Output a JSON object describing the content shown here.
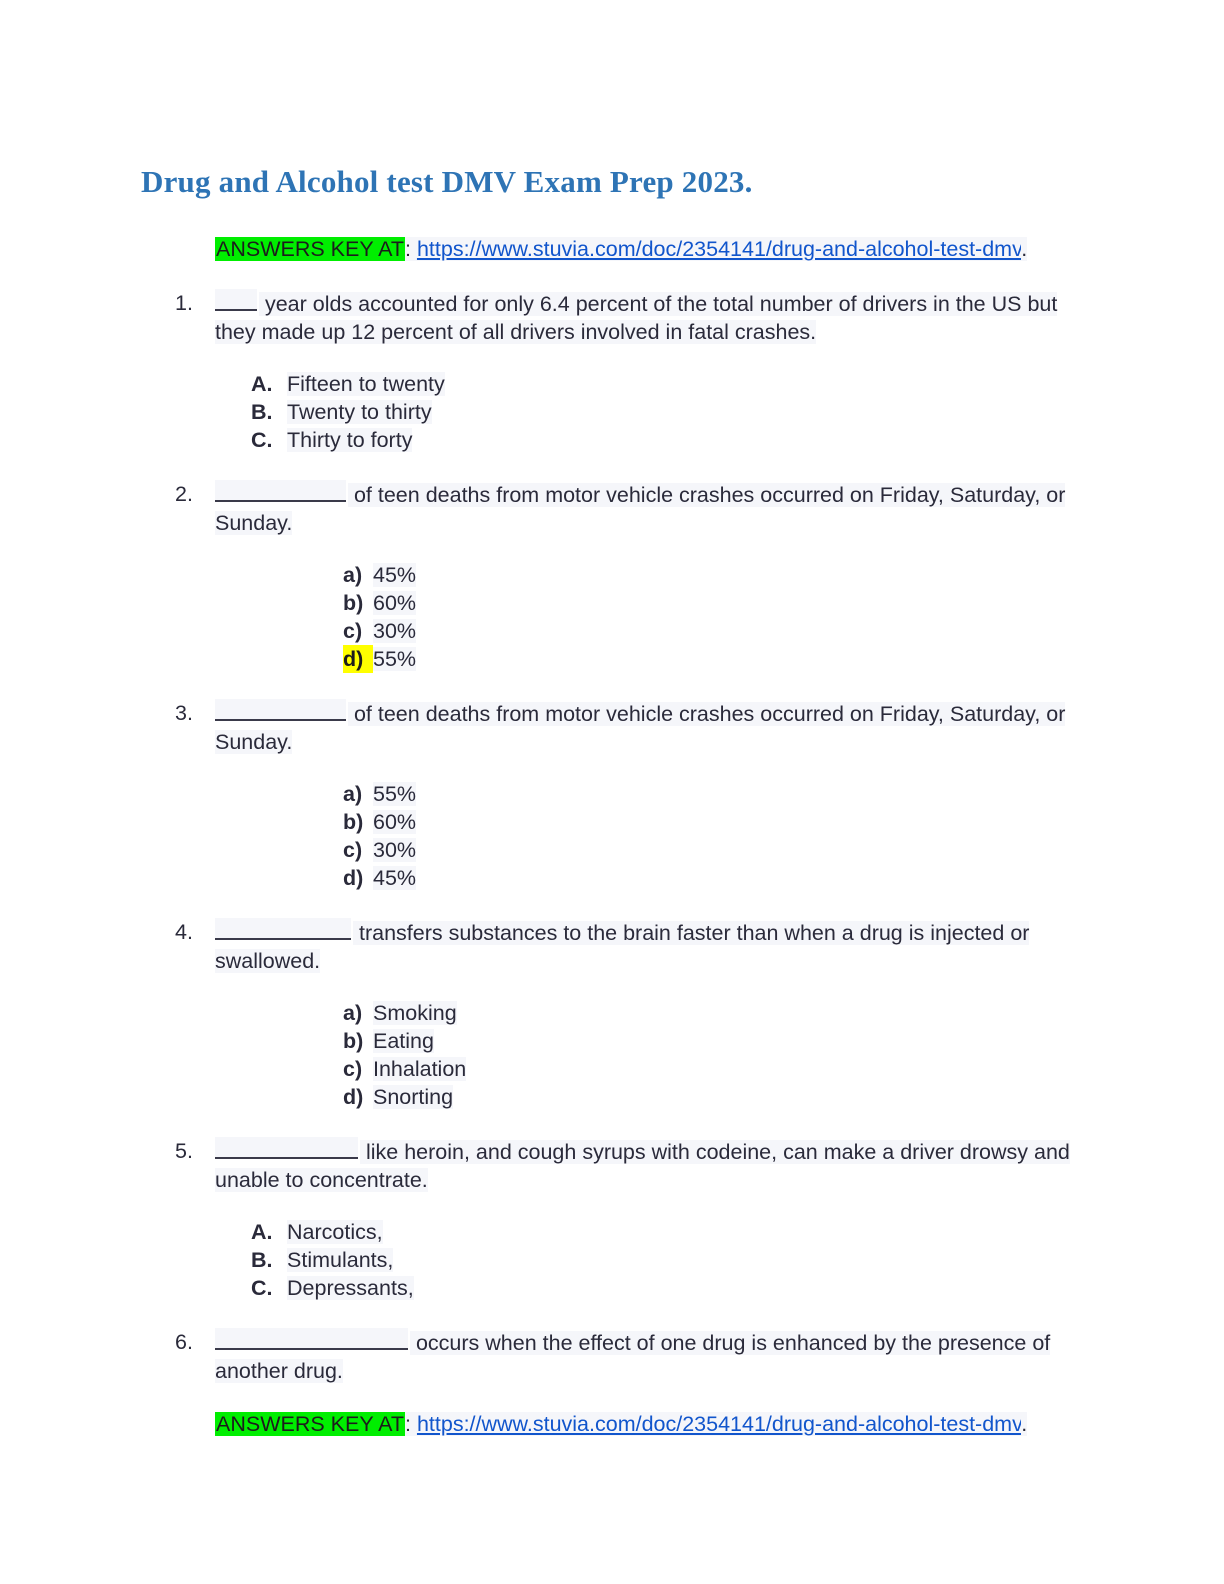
{
  "document": {
    "title": "Drug and Alcohol test DMV Exam Prep 2023.",
    "title_color": "#2E74B5",
    "highlight_green": "#00EE00",
    "highlight_yellow": "#FFFF00",
    "link_color": "#1155CC",
    "text_tint": "#F5F6FA"
  },
  "answers_key": {
    "label": "ANSWERS KEY AT",
    "separator": ":",
    "url": "https://www.stuvia.com/doc/2354141/drug-and-alcohol-test-dmv",
    "trailing_period": "."
  },
  "questions": [
    {
      "number": "1.",
      "blank": "short",
      "text_after": " year olds accounted for only 6.4 percent of the total number of drivers in the US but they made up 12 percent of all drivers involved in fatal crashes.",
      "marker_style": "upper",
      "options": [
        {
          "marker": "A.",
          "text": "Fifteen to twenty",
          "highlighted": false
        },
        {
          "marker": "B.",
          "text": "Twenty to thirty",
          "highlighted": false
        },
        {
          "marker": "C.",
          "text": "Thirty to forty",
          "highlighted": false
        }
      ]
    },
    {
      "number": "2.",
      "blank": "med",
      "text_after": " of teen deaths from motor vehicle crashes occurred on Friday, Saturday, or Sunday.",
      "marker_style": "lower",
      "options": [
        {
          "marker": "a)",
          "text": "45%",
          "highlighted": false
        },
        {
          "marker": "b)",
          "text": "60%",
          "highlighted": false
        },
        {
          "marker": "c)",
          "text": "30%",
          "highlighted": false
        },
        {
          "marker": "d)",
          "text": "55%",
          "highlighted": true
        }
      ]
    },
    {
      "number": "3.",
      "blank": "med",
      "text_after": " of teen deaths from motor vehicle crashes occurred on Friday, Saturday, or Sunday.",
      "marker_style": "lower",
      "options": [
        {
          "marker": "a)",
          "text": "55%",
          "highlighted": false
        },
        {
          "marker": "b)",
          "text": "60%",
          "highlighted": false
        },
        {
          "marker": "c)",
          "text": "30%",
          "highlighted": false
        },
        {
          "marker": "d)",
          "text": "45%",
          "highlighted": false
        }
      ]
    },
    {
      "number": "4.",
      "blank": "med2",
      "text_after": " transfers substances to the brain faster than when a drug is injected or swallowed.",
      "marker_style": "lower",
      "options": [
        {
          "marker": "a)",
          "text": "Smoking",
          "highlighted": false
        },
        {
          "marker": "b)",
          "text": "Eating",
          "highlighted": false
        },
        {
          "marker": "c)",
          "text": "Inhalation",
          "highlighted": false
        },
        {
          "marker": "d)",
          "text": "Snorting",
          "highlighted": false
        }
      ]
    },
    {
      "number": "5.",
      "blank": "med3",
      "text_after": " like heroin, and cough syrups with codeine, can make a driver drowsy and unable to concentrate.",
      "marker_style": "upper",
      "options": [
        {
          "marker": "A.",
          "text": "Narcotics,",
          "highlighted": false
        },
        {
          "marker": "B.",
          "text": "Stimulants,",
          "highlighted": false
        },
        {
          "marker": "C.",
          "text": "Depressants,",
          "highlighted": false
        }
      ]
    },
    {
      "number": "6.",
      "blank": "long",
      "text_after": " occurs when the effect of one drug is enhanced by the presence of another drug.",
      "marker_style": "none",
      "options": []
    }
  ]
}
